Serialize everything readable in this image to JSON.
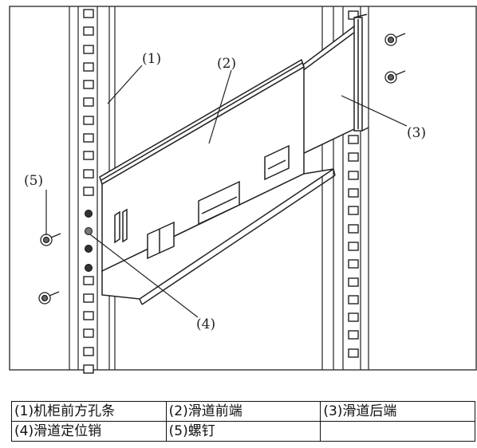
{
  "figure": {
    "callouts": {
      "c1": "(1)",
      "c2": "(2)",
      "c3": "(3)",
      "c4": "(4)",
      "c5": "(5)"
    }
  },
  "legend": {
    "rows": [
      [
        "(1)机柜前方孔条",
        "(2)滑道前端",
        "(3)滑道后端"
      ],
      [
        "(4)滑道定位销",
        "(5)螺钉",
        ""
      ]
    ]
  }
}
